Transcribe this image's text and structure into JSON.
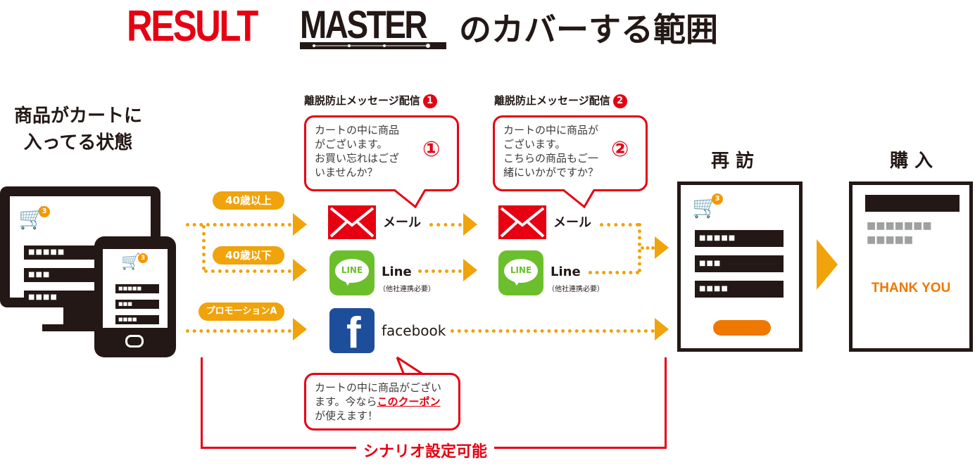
{
  "title": {
    "logo_part1": "RESULT",
    "logo_part2": "MASTER",
    "rest": "のカバーする範囲"
  },
  "left_state": {
    "line1": "商品がカートに",
    "line2": "入ってる状態"
  },
  "cart_badge": "3",
  "dots": {
    "five": "■■■■■",
    "three": "■■■",
    "four": "■■■■"
  },
  "segments": {
    "age_over": "40歳以上",
    "age_under": "40歳以下",
    "promo": "プロモーションA"
  },
  "step1": {
    "heading": "離脱防止メッセージ配信",
    "num": "1",
    "bubble_lines": [
      "カートの中に商品",
      "がございます。",
      "お買い忘れはござ",
      "いませんか？"
    ],
    "circled": "①"
  },
  "step2": {
    "heading": "離脱防止メッセージ配信",
    "num": "2",
    "bubble_lines": [
      "カートの中に商品が",
      "ございます。",
      "こちらの商品もご一",
      "緒にいかがですか？"
    ],
    "circled": "②"
  },
  "services": {
    "mail": "メール",
    "line": "Line",
    "line_icon": "LINE",
    "line_note": "（他社連携必要）",
    "facebook": "facebook",
    "facebook_icon": "f"
  },
  "coupon_bubble": {
    "line1": "カートの中に商品がござい",
    "line2_pre": "ます。今なら",
    "line2_link": "このクーポン",
    "line3": "が使えます！"
  },
  "revisit": {
    "label": "再 訪"
  },
  "purchase": {
    "label": "購 入",
    "dots_row1": "■■■■■■■",
    "dots_row2": "■■■■■",
    "thank_you": "THANK YOU"
  },
  "scenario": "シナリオ設定可能",
  "colors": {
    "red": "#e60012",
    "orange": "#f0a30a",
    "dark": "#231815",
    "line_green": "#6cbf2c",
    "facebook_blue": "#1d4e9b",
    "button_orange": "#ee7800"
  }
}
